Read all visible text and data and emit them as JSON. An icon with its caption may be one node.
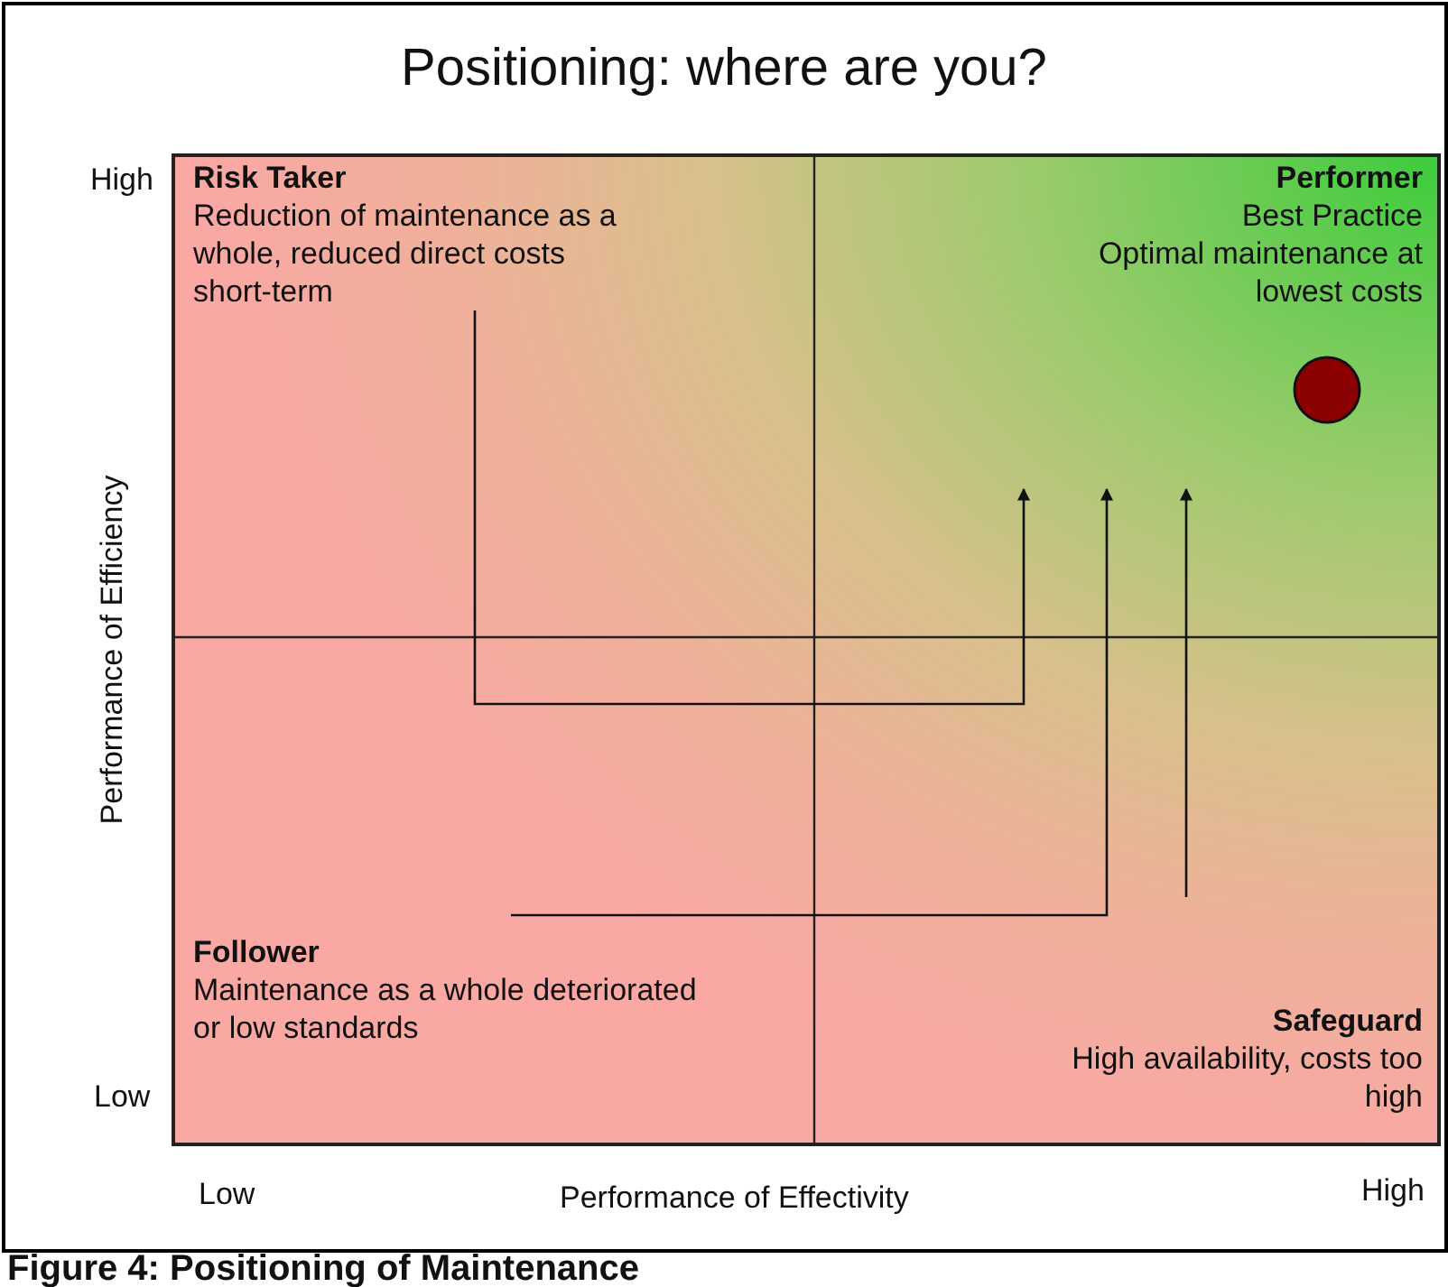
{
  "diagram": {
    "title": "Positioning: where are you?",
    "caption": "Figure 4: Positioning of Maintenance",
    "nodes": [
      {
        "text": [
          "Risk Taker",
          "Reduction of maintenance as a whole, reduced direct costs short-term"
        ]
      },
      {
        "text": [
          "Performer",
          "Best Practice",
          "Optimal maintenance at lowest costs"
        ]
      },
      {
        "text": [
          "Follower",
          "Maintenance as a whole deteriorated or low standards"
        ]
      },
      {
        "text": [
          "Safeguard",
          "High availability, costs too high"
        ]
      },
      {
        "text": [],
        "shape": "circle"
      }
    ],
    "edges": [
      {
        "from": 0,
        "to": null,
        "arrow": "to"
      },
      {
        "from": 2,
        "to": null,
        "arrow": "to"
      },
      {
        "from": 3,
        "to": null,
        "arrow": "to"
      }
    ],
    "labels": [
      "High",
      "Low",
      "Performance of Efficiency",
      "Low",
      "Performance of Effectivity",
      "High"
    ]
  }
}
